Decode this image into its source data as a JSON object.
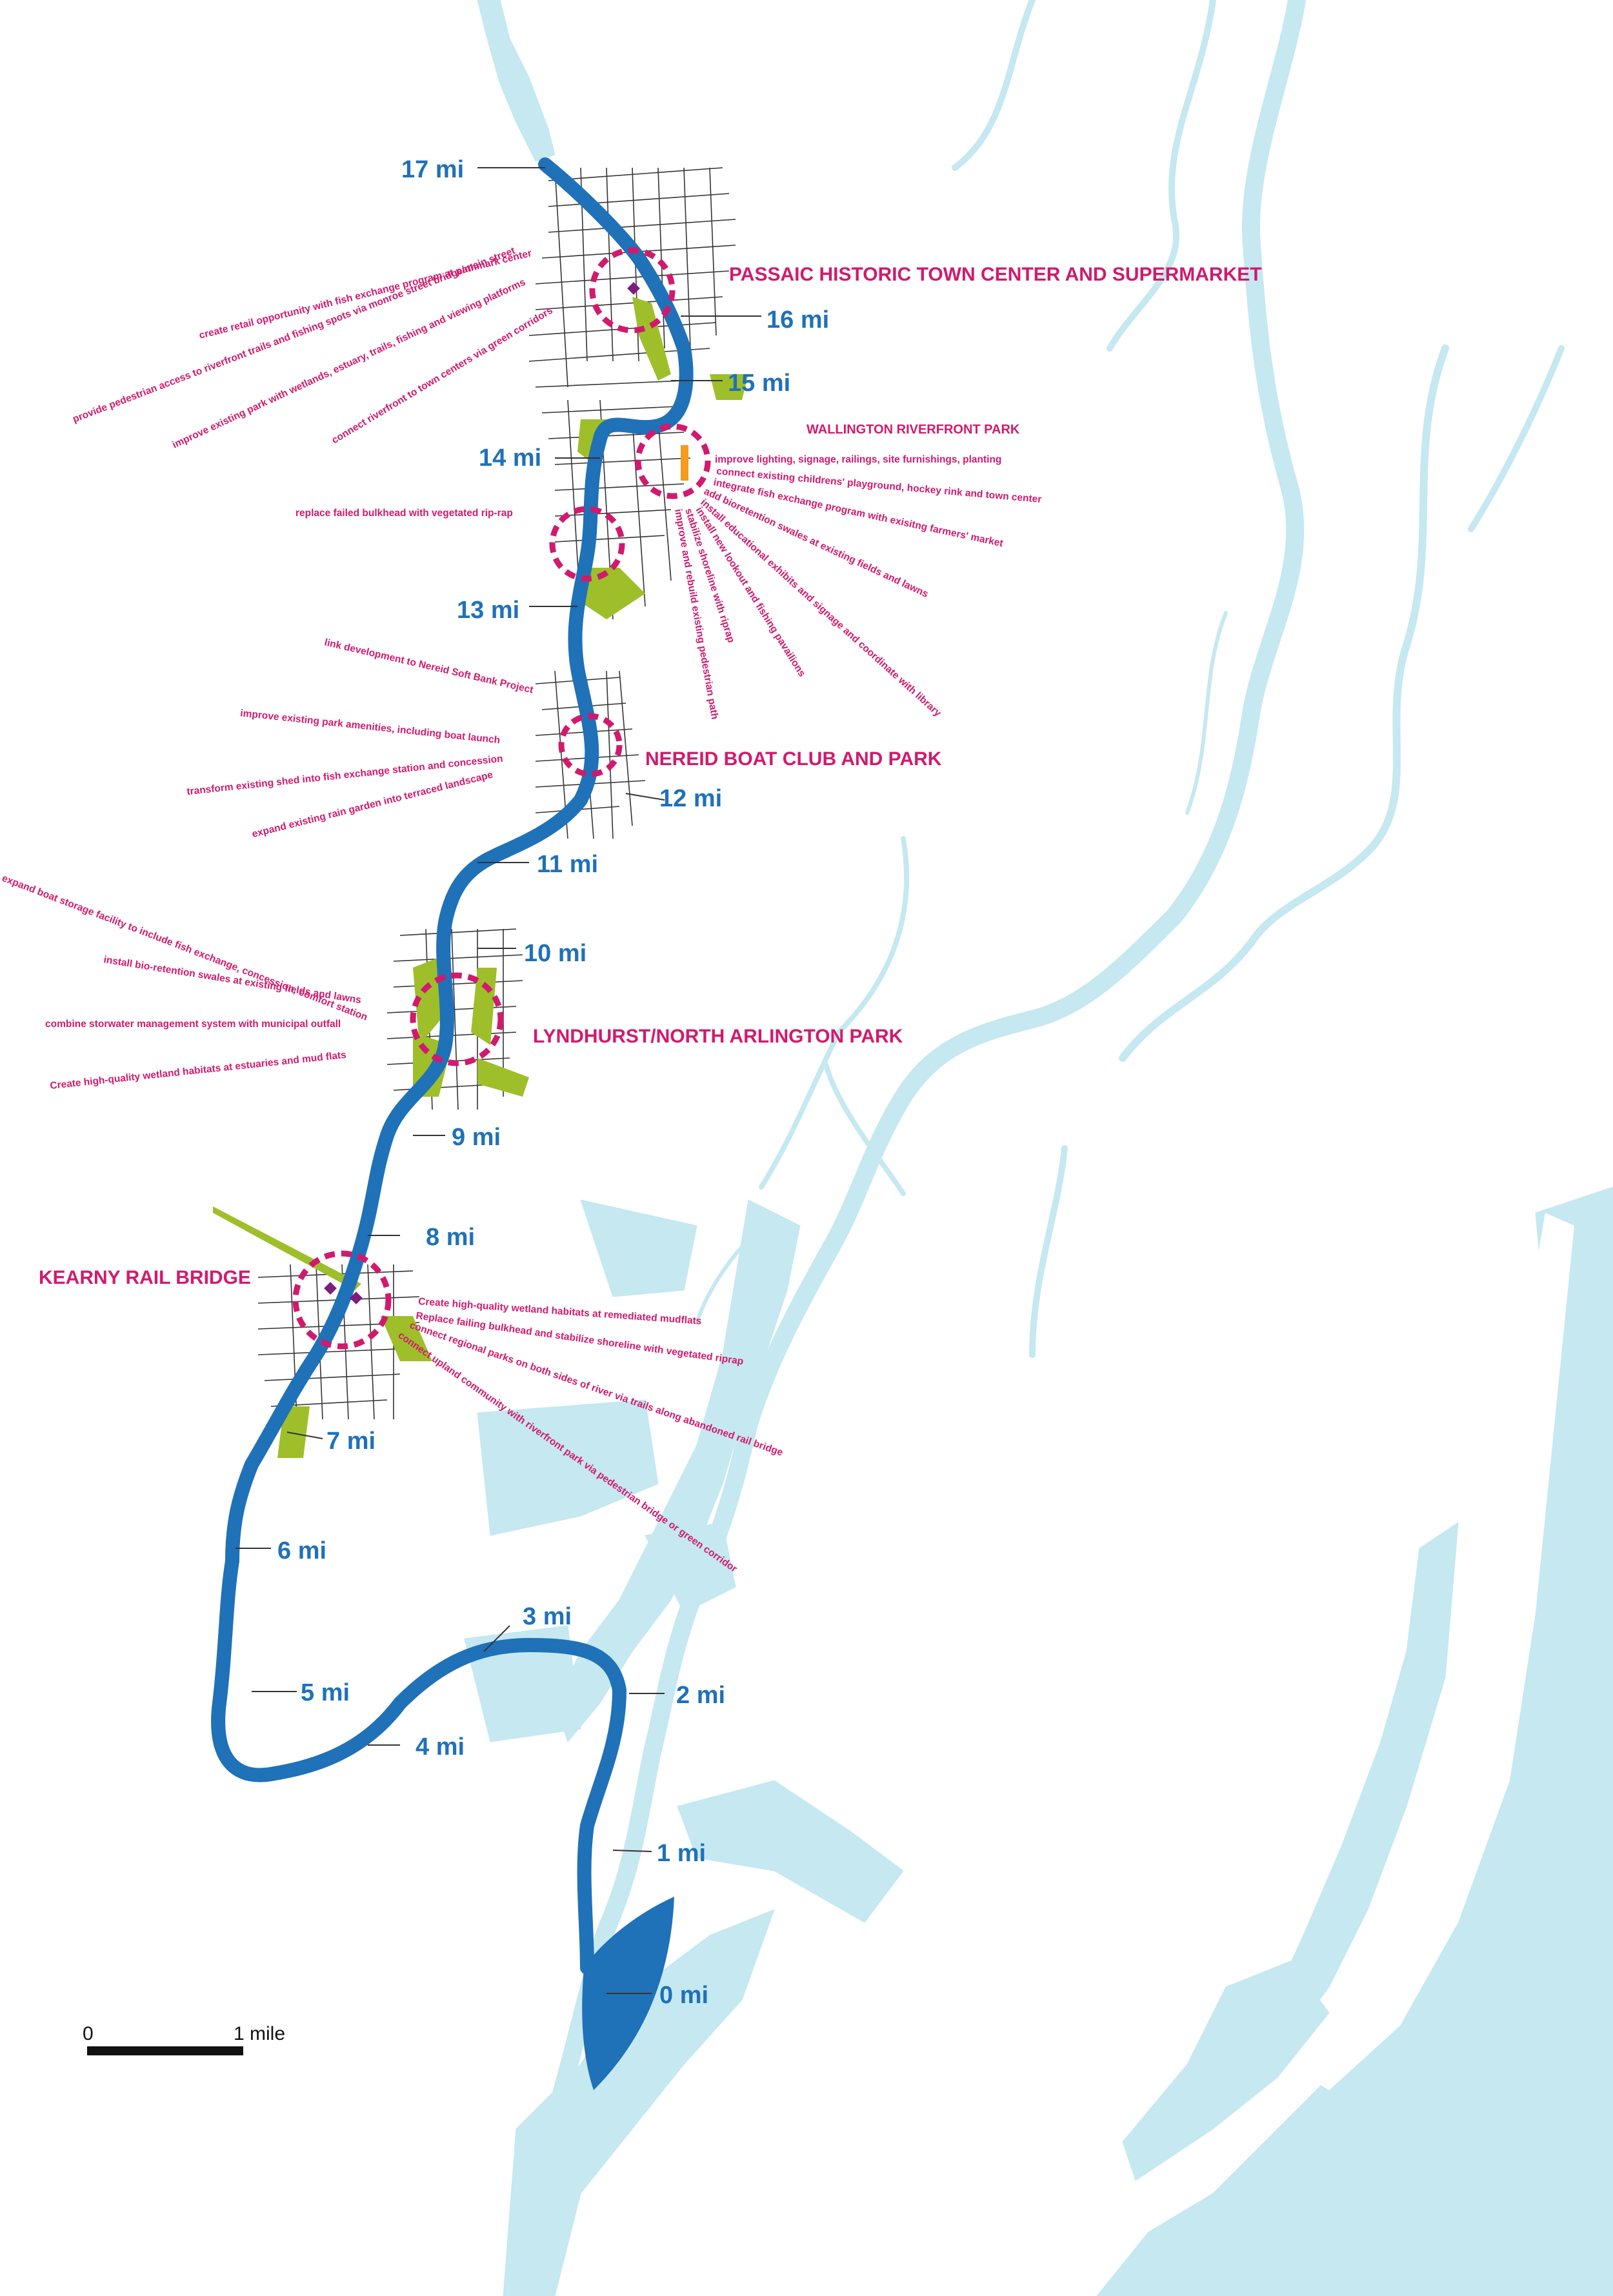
{
  "colors": {
    "water": "#c5e8f1",
    "river": "#1f71b8",
    "site_label": "#d11a6d",
    "mile_label": "#1f71b8",
    "park": "#9ebf2a",
    "street": "#111111",
    "accent_orange": "#f39c1e"
  },
  "mile_markers": [
    {
      "label": "17 mi"
    },
    {
      "label": "16 mi"
    },
    {
      "label": "15 mi"
    },
    {
      "label": "14 mi"
    },
    {
      "label": "13 mi"
    },
    {
      "label": "12 mi"
    },
    {
      "label": "11 mi"
    },
    {
      "label": "10 mi"
    },
    {
      "label": "9 mi"
    },
    {
      "label": "8 mi"
    },
    {
      "label": "7 mi"
    },
    {
      "label": "6 mi"
    },
    {
      "label": "5 mi"
    },
    {
      "label": "4 mi"
    },
    {
      "label": "3 mi"
    },
    {
      "label": "2 mi"
    },
    {
      "label": "1 mi"
    },
    {
      "label": "0 mi"
    }
  ],
  "sites": {
    "passaic": {
      "title": "PASSAIC HISTORIC TOWN CENTER AND SUPERMARKET",
      "notes": [
        "create retail opportunity with fish exchange program at pathmark center",
        "provide pedestrian access to riverfront trails and fishing spots via monroe street bridge/main street",
        "improve existing park with wetlands, estuary, trails, fishing and viewing platforms",
        "connect riverfront to town centers via green corridors"
      ]
    },
    "wallington": {
      "title": "WALLINGTON RIVERFRONT PARK",
      "notes": [
        "improve lighting, signage, railings, site furnishings, planting",
        "connect existing childrens' playground, hockey rink and town center",
        "integrate fish exchange program with exisitng farmers' market",
        "add bioretention swales at existing fields and lawns",
        "install educational exhibits and signage and coordinate with library",
        "install new lookout and fishing pavailions",
        "stabilize shoreline with riprap",
        "improve and rebuild existing pedestrian path"
      ]
    },
    "bulkhead": {
      "note": "replace failed bulkhead with vegetated rip-rap"
    },
    "nereid": {
      "title": "NEREID BOAT CLUB AND PARK",
      "notes": [
        "link development to Nereid Soft Bank Project",
        "improve existing park amenities, including boat launch",
        "transform existing shed into fish exchange station and concession",
        "expand existing rain garden into terraced landscape"
      ]
    },
    "lyndhurst": {
      "title": "LYNDHURST/NORTH ARLINGTON PARK",
      "notes": [
        "expand boat storage facility to include fish exchange, concession, comfort station",
        "install bio-retention swales at existing fields and lawns",
        "combine storwater management system with municipal outfall",
        "Create high-quality wetland habitats at estuaries and mud flats"
      ]
    },
    "kearny": {
      "title": "KEARNY RAIL BRIDGE",
      "notes": [
        "Create high-quality wetland habitats at remediated mudflats",
        "Replace failing bulkhead and stabilize shoreline with vegetated riprap",
        "connect regional parks on both sides of river via trails along abandoned rail bridge",
        "connect upland community with riverfront park via pedestrian bridge or green corridor"
      ]
    }
  },
  "scale_bar": {
    "start_label": "0",
    "end_label": "1 mile"
  }
}
